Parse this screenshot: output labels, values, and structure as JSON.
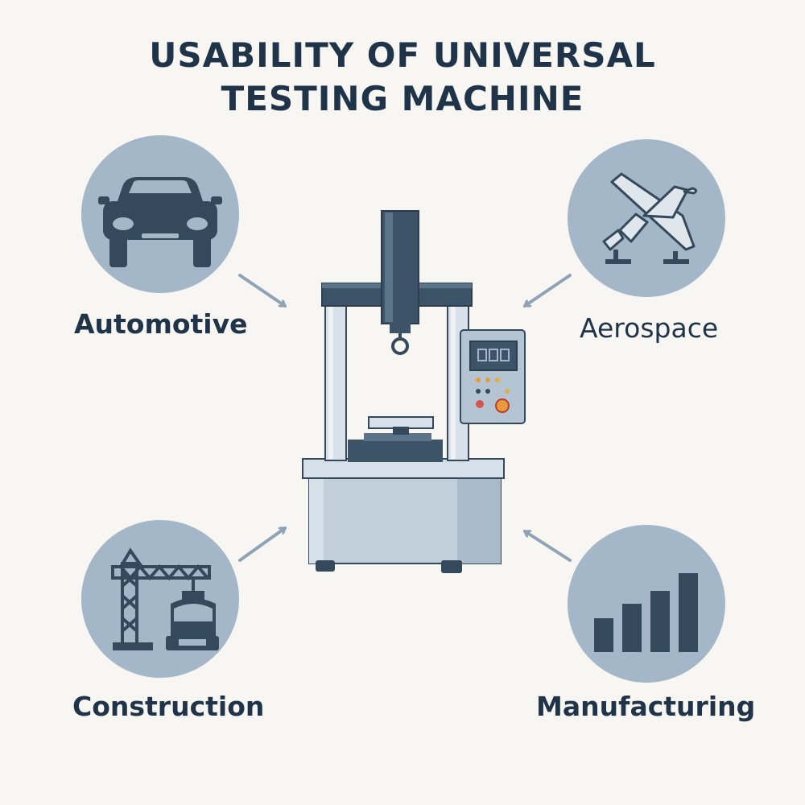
{
  "title": {
    "line1": "USABILITY OF UNIVERSAL",
    "line2": "TESTING MACHINE"
  },
  "center": {
    "icon": "universal-testing-machine"
  },
  "applications": [
    {
      "label": "Automotive",
      "icon": "car-icon"
    },
    {
      "label": "Aerospace",
      "icon": "airplane-icon"
    },
    {
      "label": "Construction",
      "icon": "crane-icon"
    },
    {
      "label": "Manufacturing",
      "icon": "bar-chart-icon"
    }
  ],
  "colors": {
    "background": "#f8f6f2",
    "circle": "#a4b7c8",
    "icon": "#34495c",
    "text": "#1f3449",
    "arrow": "#8ea3b6"
  }
}
